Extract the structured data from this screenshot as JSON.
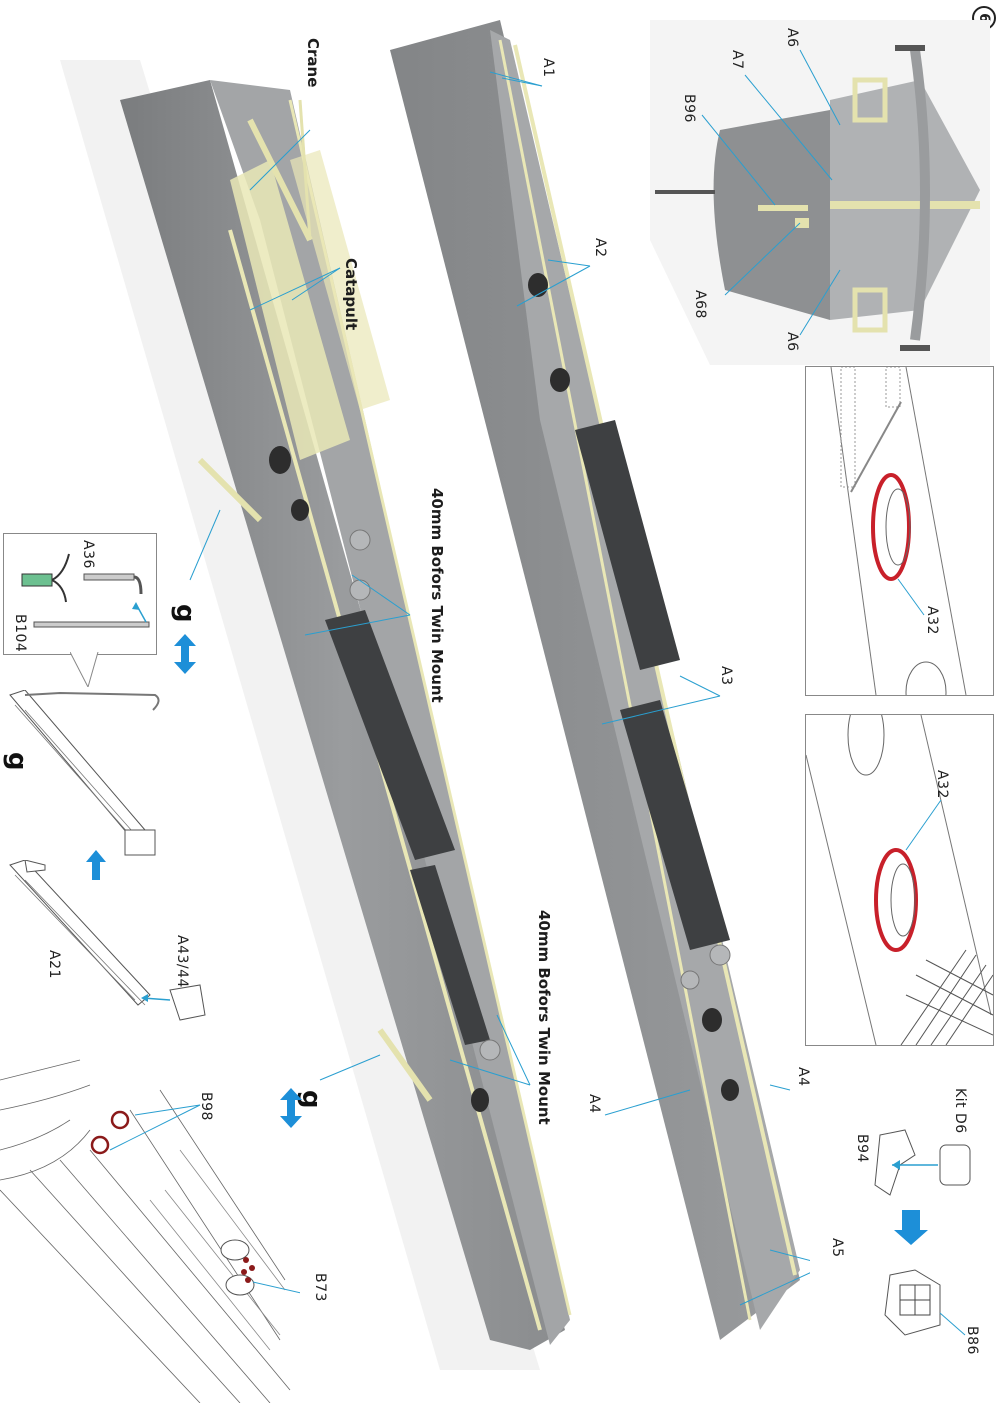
{
  "page": {
    "step_number": "6",
    "orientation": "rotated-90-clockwise"
  },
  "colors": {
    "hull_gray": "#8d8f91",
    "deck_gray": "#a6a8aa",
    "photoetch_yellow": "#e9e7b6",
    "callout_line": "#2a9fd0",
    "arrow_blue": "#1d8fd8",
    "highlight_red": "#c8202a",
    "line_art": "#555555"
  },
  "main_render": {
    "labels": {
      "crane": "Crane",
      "catapult": "Catapult",
      "bofors_1": "40mm Bofors Twin Mount",
      "bofors_2": "40mm Bofors Twin Mount",
      "g_marker_1": "g",
      "g_marker_2": "g"
    }
  },
  "second_render": {
    "part_labels": [
      "A1",
      "A2",
      "A3",
      "A4",
      "A4",
      "A5"
    ]
  },
  "stern_inset": {
    "part_labels": [
      "A6",
      "A7",
      "B96",
      "A68",
      "A6"
    ]
  },
  "porthole_inset_1": {
    "part_label": "A32"
  },
  "porthole_inset_2": {
    "part_label": "A32"
  },
  "rocket_launcher_detail": {
    "source_label": "Kit D6",
    "part_a": "B94",
    "result_part": "B86"
  },
  "crane_detail_inset": {
    "part_a": "A36",
    "part_b": "B104"
  },
  "ladder_detail": {
    "g_label": "g",
    "part_ladder": "A21",
    "part_bracket": "A43/44"
  },
  "deck_line_detail": {
    "part_b98": "B98",
    "part_b73": "B73"
  }
}
